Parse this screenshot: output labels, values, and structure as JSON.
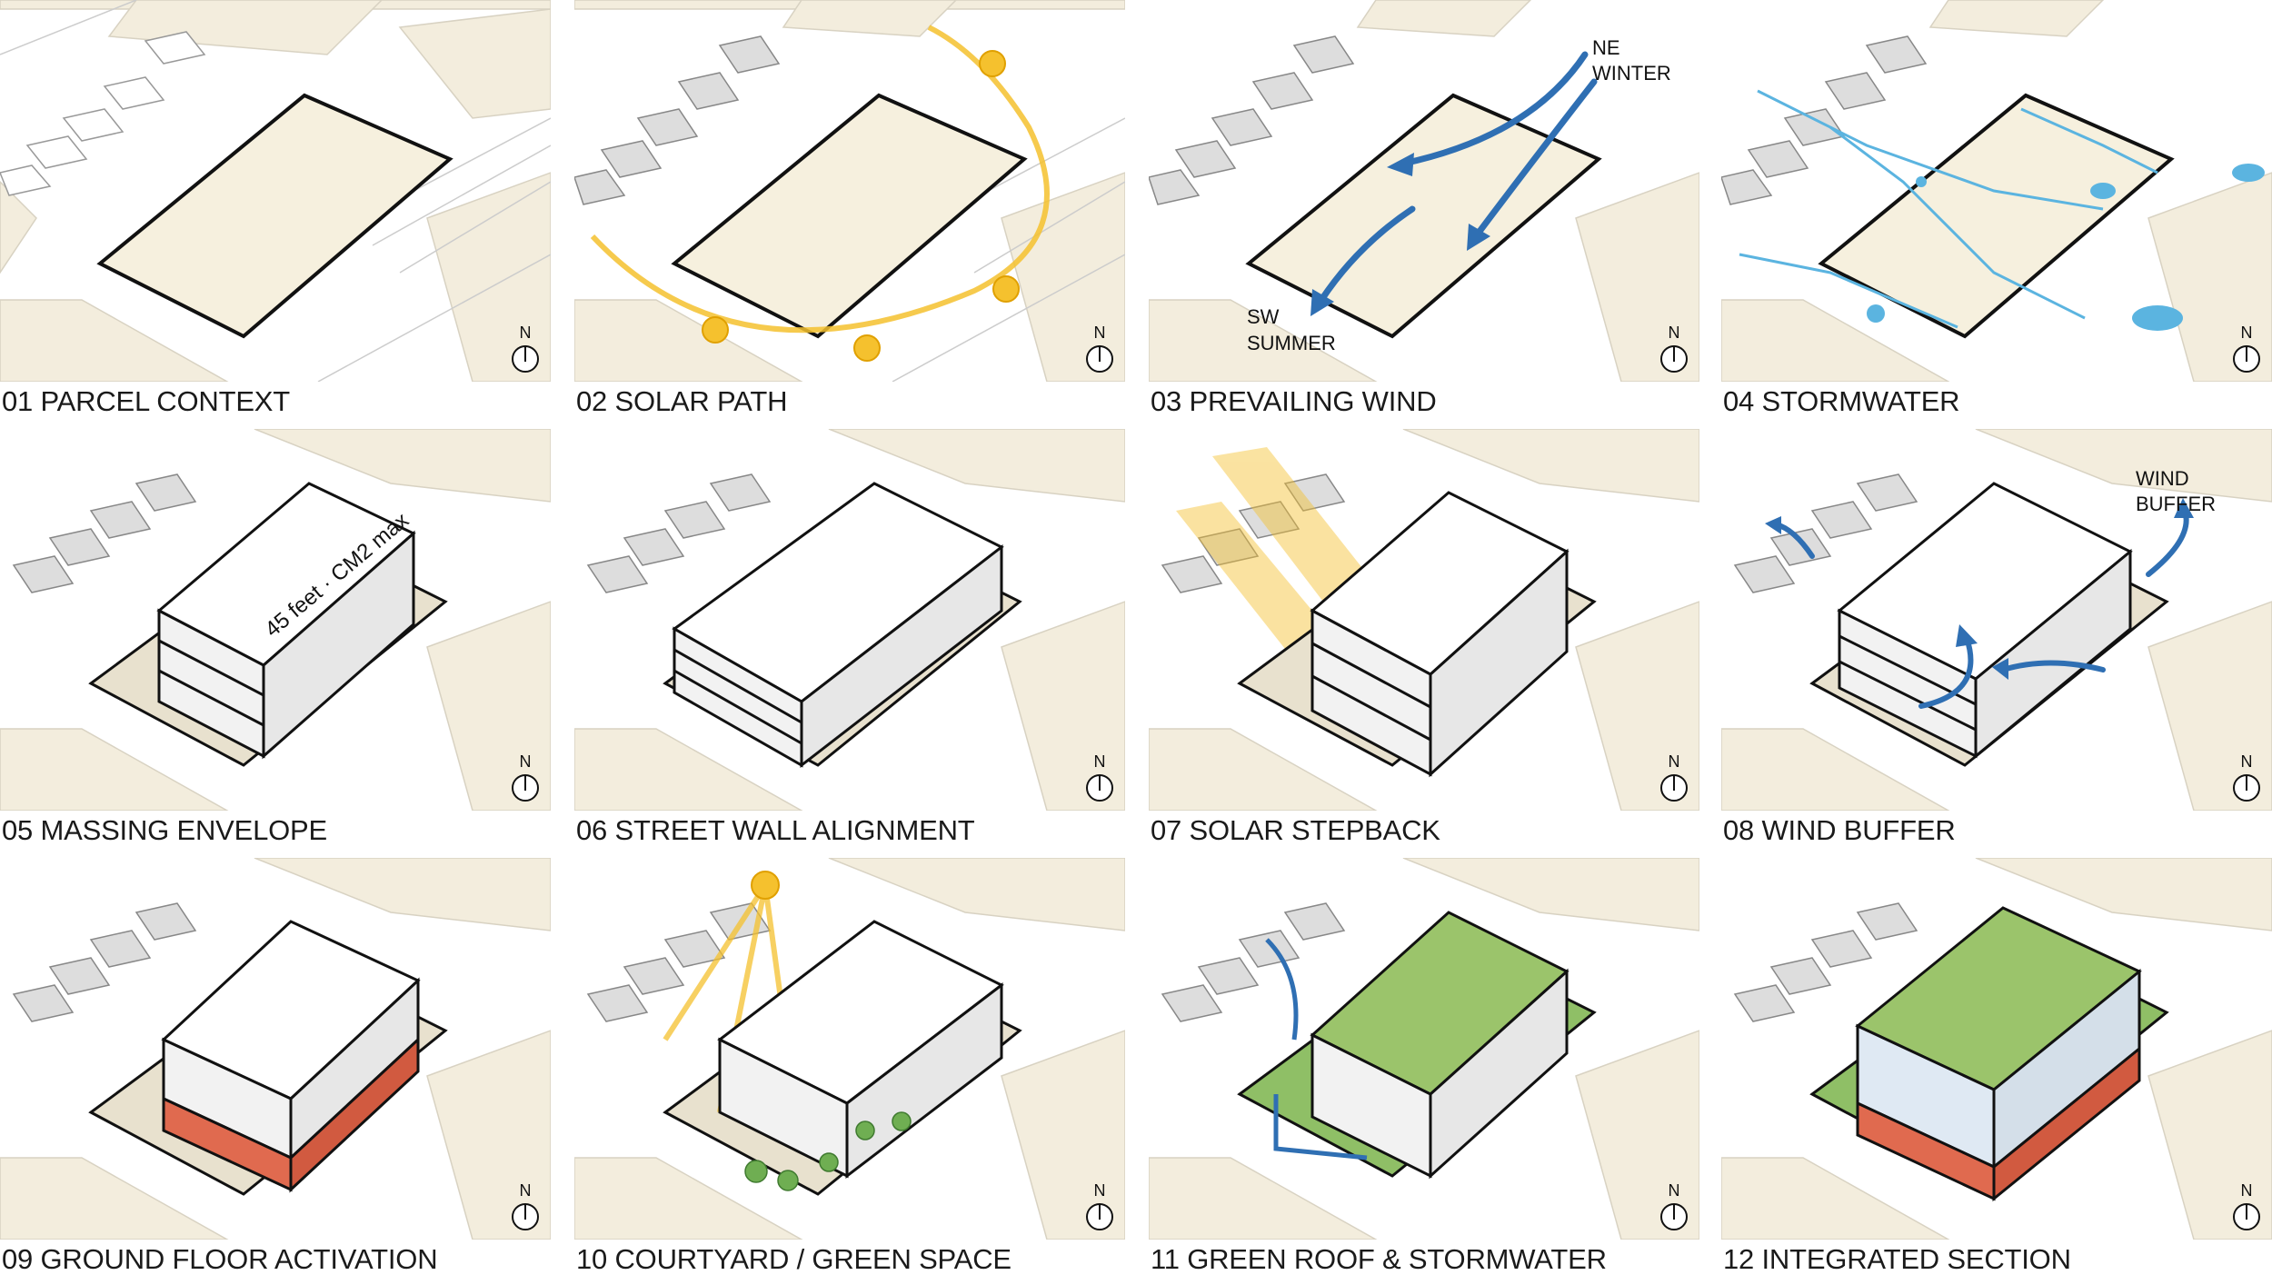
{
  "panels": [
    {
      "caption": "01 PARCEL CONTEXT"
    },
    {
      "caption": "02 SOLAR PATH"
    },
    {
      "caption": "03 PREVAILING WIND",
      "labels": [
        "NE",
        "WINTER",
        "SW",
        "SUMMER"
      ]
    },
    {
      "caption": "04 STORMWATER"
    },
    {
      "caption": "05 MASSING ENVELOPE",
      "labels": [
        "45 feet · CM2 max"
      ]
    },
    {
      "caption": "06 STREET WALL ALIGNMENT"
    },
    {
      "caption": "07 SOLAR STEPBACK"
    },
    {
      "caption": "08 WIND BUFFER",
      "labels": [
        "WIND",
        "BUFFER"
      ]
    },
    {
      "caption": "09 GROUND FLOOR ACTIVATION"
    },
    {
      "caption": "10 COURTYARD / GREEN SPACE"
    },
    {
      "caption": "11 GREEN ROOF & STORMWATER"
    },
    {
      "caption": "12 INTEGRATED SECTION"
    }
  ],
  "north_label": "N",
  "colors": {
    "block": "#f3eddd",
    "street": "#ffffff",
    "parcel": "#f6f0de",
    "sun": "#f5c12e",
    "wind": "#2f6fb3",
    "water": "#5bb4e0",
    "roof_green": "#9bc46b",
    "ground_red": "#e06a4f"
  }
}
